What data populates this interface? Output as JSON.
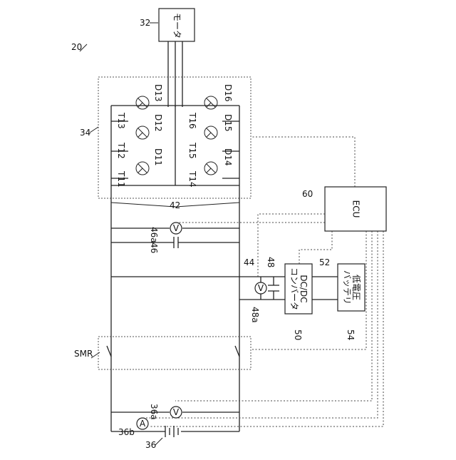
{
  "figure": {
    "system_ref": "20",
    "motor": {
      "ref": "32",
      "label": "モータ"
    },
    "inverter": {
      "ref": "34",
      "transistors": [
        "T11",
        "T12",
        "T13",
        "T14",
        "T15",
        "T16"
      ],
      "diodes": [
        "D11",
        "D12",
        "D13",
        "D14",
        "D15",
        "D16"
      ]
    },
    "power_lines_ref": "42",
    "capacitor_main": {
      "ref": "46",
      "voltmeter_ref": "46a"
    },
    "lines_low_ref": "44",
    "capacitor_low": {
      "ref": "48",
      "voltmeter_ref": "48a"
    },
    "dcdc": {
      "ref": "50",
      "label": "DC/DC\nコンバータ"
    },
    "lines_batt_ref": "52",
    "low_voltage_battery": {
      "ref": "54",
      "label": "低電圧\nバッテリ"
    },
    "ecu": {
      "ref": "60",
      "label": "ECU"
    },
    "relay": {
      "label": "SMR"
    },
    "battery": {
      "ref": "36",
      "voltmeter_ref": "36a",
      "ammeter_ref": "36b"
    },
    "meter_symbols": {
      "voltmeter": "V",
      "ammeter": "A"
    }
  }
}
